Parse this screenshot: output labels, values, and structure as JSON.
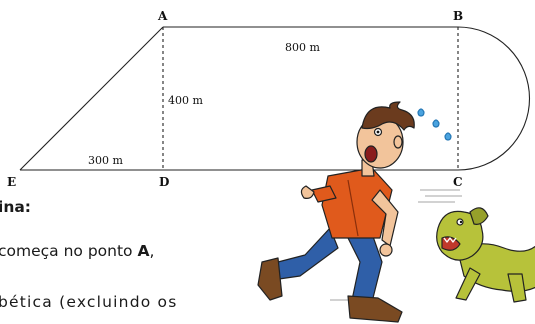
{
  "diagram": {
    "points": {
      "A": "A",
      "B": "B",
      "C": "C",
      "D": "D",
      "E": "E"
    },
    "measures": {
      "ab": "800 m",
      "ad": "400 m",
      "ed": "300 m"
    }
  },
  "text": {
    "heading_fragment": "ina:",
    "line2_pre": " começa no ponto ",
    "line2_bold": "A",
    "line2_post": ",",
    "line3": "bética (excluindo os"
  },
  "colors": {
    "shirt": "#e05a1c",
    "jeans": "#2f5fa8",
    "dog": "#b7c23a",
    "skin": "#f2c49b",
    "hair": "#6b3b1e"
  }
}
